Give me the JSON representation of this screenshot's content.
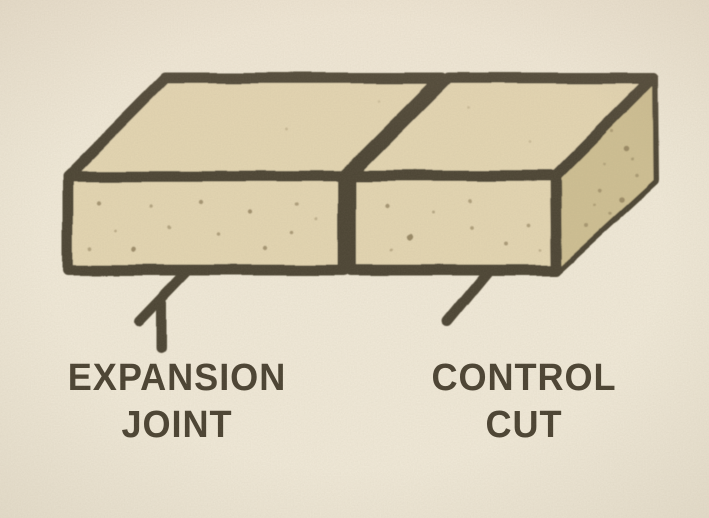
{
  "labels": [
    {
      "id": "expansion-joint",
      "line1": "EXPANSION",
      "line2": "JOINT"
    },
    {
      "id": "control-cut",
      "line1": "CONTROL",
      "line2": "CUT"
    }
  ],
  "colors": {
    "background": "#f2ebda",
    "slab_face": "#e5d7b3",
    "slab_side": "#cfc093",
    "outline": "#4a4232",
    "label_text": "#473f2f",
    "speckle": "#8c7b57"
  }
}
